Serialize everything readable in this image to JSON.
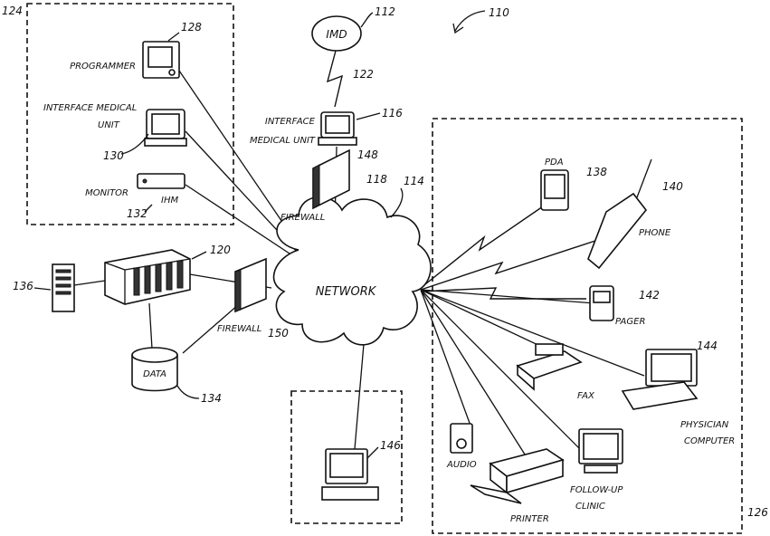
{
  "figure_ref": "110",
  "network": {
    "label": "NETWORK",
    "ref": "114"
  },
  "imd": {
    "label": "IMD",
    "ref": "112"
  },
  "link_ref": "122",
  "interface_top": {
    "label_line1": "INTERFACE",
    "label_line2": "MEDICAL UNIT",
    "ref": "116"
  },
  "firewall_top": {
    "label": "FIREWALL",
    "ref_board": "148",
    "ref": "118"
  },
  "clinic_box": {
    "ref": "124",
    "programmer": {
      "label": "PROGRAMMER",
      "ref": "128"
    },
    "interface": {
      "label_line1": "INTERFACE MEDICAL",
      "label_line2": "UNIT",
      "ref": "130"
    },
    "monitor": {
      "label": "MONITOR",
      "ihm": "IHM",
      "ref": "132"
    }
  },
  "server": {
    "ref": "120"
  },
  "tower": {
    "ref": "136"
  },
  "data": {
    "label": "DATA",
    "ref": "134"
  },
  "firewall_left": {
    "label": "FIREWALL",
    "ref": "150"
  },
  "remote_pc": {
    "ref": "146"
  },
  "devices_box": {
    "ref": "126",
    "pda": {
      "label": "PDA",
      "ref": "138"
    },
    "phone": {
      "label": "PHONE",
      "ref": "140"
    },
    "pager": {
      "label": "PAGER",
      "ref": "142"
    },
    "physician": {
      "label_line1": "PHYSICIAN",
      "label_line2": "COMPUTER",
      "ref": "144"
    },
    "fax": {
      "label": "FAX"
    },
    "audio": {
      "label": "AUDIO"
    },
    "printer": {
      "label": "PRINTER"
    },
    "clinic": {
      "label_line1": "FOLLOW-UP",
      "label_line2": "CLINIC"
    }
  }
}
